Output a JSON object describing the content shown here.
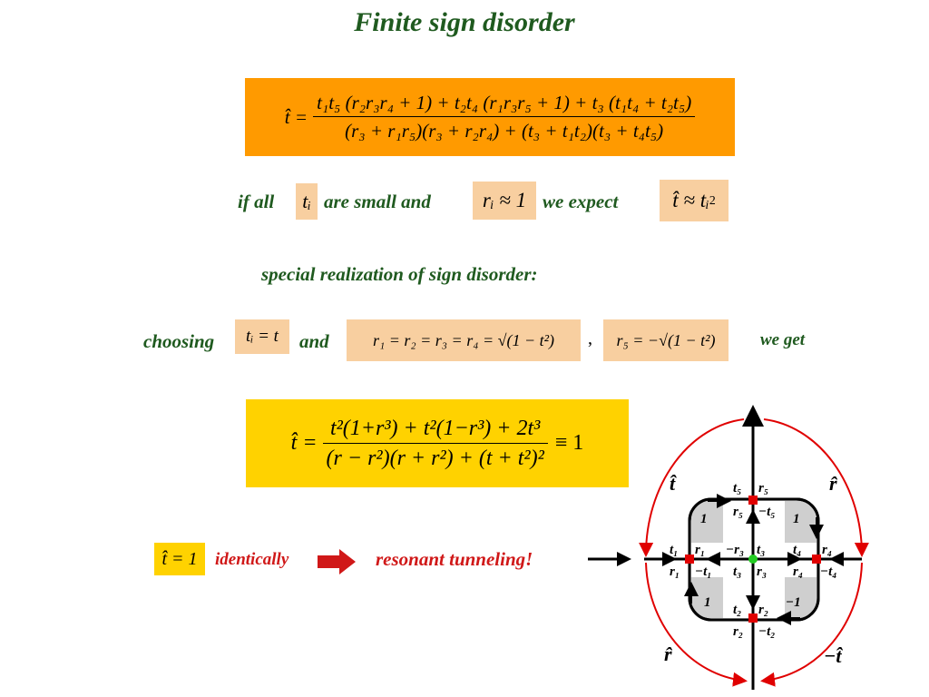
{
  "slide": {
    "title": "Finite sign disorder",
    "formula1": {
      "lhs": "t̂ =",
      "numerator": "t₁t₅ (r₂r₃r₄ + 1) + t₂t₄ (r₁r₃r₅ + 1) + t₃ (t₁t₄ + t₂t₅)",
      "denominator": "(r₃ + r₁r₅)(r₃ + r₂r₄) + (t₃ + t₁t₂)(t₃ + t₄t₅)"
    },
    "line2": {
      "text_if_all": "if all",
      "box_ti": "tᵢ",
      "text_small": "are small and",
      "box_ri": "rᵢ ≈ 1",
      "text_expect": "we expect",
      "box_result_base": "t̂ ≈ tᵢ",
      "box_result_sup": "2"
    },
    "special": "special realization of sign disorder:",
    "line4": {
      "text_choosing": "choosing",
      "box_ti_t": "tᵢ = t",
      "text_and": "and",
      "box_r1234": "r₁ = r₂ = r₃ = r₄ = √(1 − t²)",
      "comma": ",",
      "box_r5": "r₅ = −√(1 − t²)",
      "text_we_get": "we get"
    },
    "formula2": {
      "lhs": "t̂ =",
      "numerator": "t²(1+r³) + t²(1−r³) + 2t³",
      "denominator": "(r − r²)(r + r²) + (t + t²)²",
      "rhs": "≡ 1"
    },
    "line6": {
      "box_t1": "t̂ = 1",
      "identically": "identically",
      "resonant": "resonant tunneling!"
    },
    "diagram": {
      "top_left": "t̂",
      "top_right": "r̂",
      "bottom_left": "r̂",
      "bottom_right": "−t̂",
      "one_ul": "1",
      "one_ur": "1",
      "one_ll": "1",
      "minus_one_lr": "−1",
      "t5": "t₅",
      "r5_top": "r₅",
      "r5_mid": "r₅",
      "neg_t5": "−t₅",
      "t1": "t₁",
      "r1_top": "r₁",
      "neg_r3": "−r₃",
      "t3_top": "t₃",
      "t4": "t₄",
      "r4_top": "r₄",
      "r1_bot": "r₁",
      "neg_t1": "−t₁",
      "t3_bot": "t₃",
      "r3_bot": "r₃",
      "r4_bot": "r₄",
      "neg_t4": "−t₄",
      "t2": "t₂",
      "r2_mid": "r₂",
      "r2_bot": "r₂",
      "neg_t2": "−t₂"
    },
    "colors": {
      "title_green": "#1f5a1f",
      "accent_red": "#d01818",
      "box_peach": "#f8cfa0",
      "box_orange": "#ff9a00",
      "box_yellow": "#ffd200",
      "node_red": "#e00000",
      "node_green": "#22cc22"
    }
  }
}
